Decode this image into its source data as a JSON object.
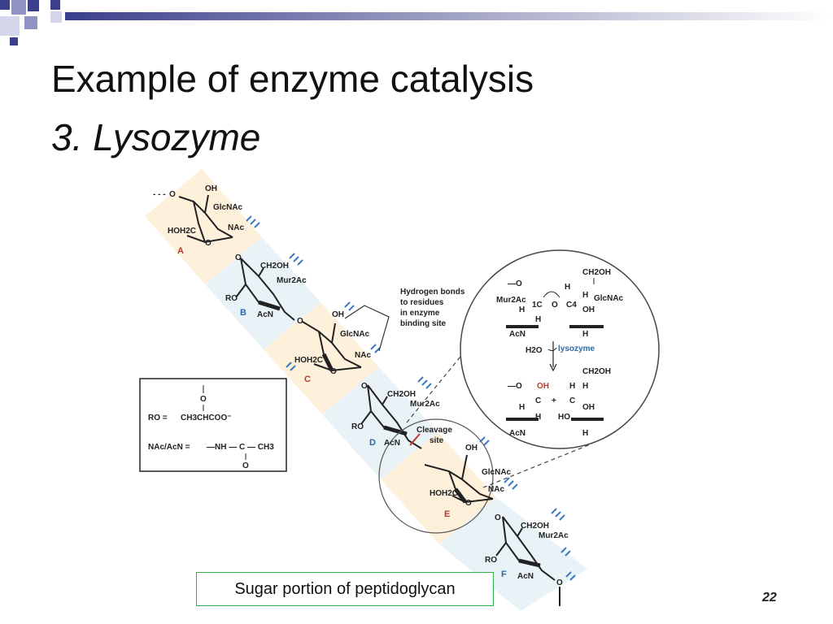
{
  "slide": {
    "title_line1": "Example of enzyme catalysis",
    "title_line2": "3. Lysozyme",
    "caption": "Sugar portion of peptidoglycan",
    "page_number": "22"
  },
  "colors": {
    "header_bar": "#3a3f8c",
    "band_gold": "#fdf1dc",
    "band_blue": "#e9f3f7",
    "caption_border": "#2fb04a",
    "residue_red": "#b23a2a",
    "residue_blue": "#2a6aa8",
    "hbond_blue": "#3a78c2",
    "enzyme_label": "#2a6aa8"
  },
  "diagram": {
    "residues": {
      "A": "A",
      "B": "B",
      "C": "C",
      "D": "D",
      "E": "E",
      "F": "F"
    },
    "labels": {
      "oh": "OH",
      "glcnac": "GlcNAc",
      "nac": "NAc",
      "hoh2c": "HOH2C",
      "o": "O",
      "ch2oh": "CH2OH",
      "mur2ac": "Mur2Ac",
      "ro": "RO",
      "acn": "AcN",
      "dashes": "- - -"
    },
    "hbond_note": [
      "Hydrogen bonds",
      "to residues",
      "in enzyme",
      "binding site"
    ],
    "cleavage": [
      "Cleavage",
      "site"
    ],
    "legend": {
      "ro_lhs": "RO =",
      "ro_rhs": "CH3CHCOO⁻",
      "nac_lhs": "NAc/AcN =",
      "nac_rhs": "—NH — C — CH3",
      "o": "O"
    },
    "mechanism": {
      "ch2oh": "CH2OH",
      "mur2ac": "Mur2Ac",
      "glcnac": "GlcNAc",
      "h": "H",
      "o": "O",
      "oh": "OH",
      "c1": "1C",
      "c4": "C4",
      "c": "C",
      "acn": "AcN",
      "ho": "HO",
      "h2o": "H2O",
      "enzyme": "lysozyme",
      "plus": "+",
      "dash_o": "—O"
    }
  }
}
